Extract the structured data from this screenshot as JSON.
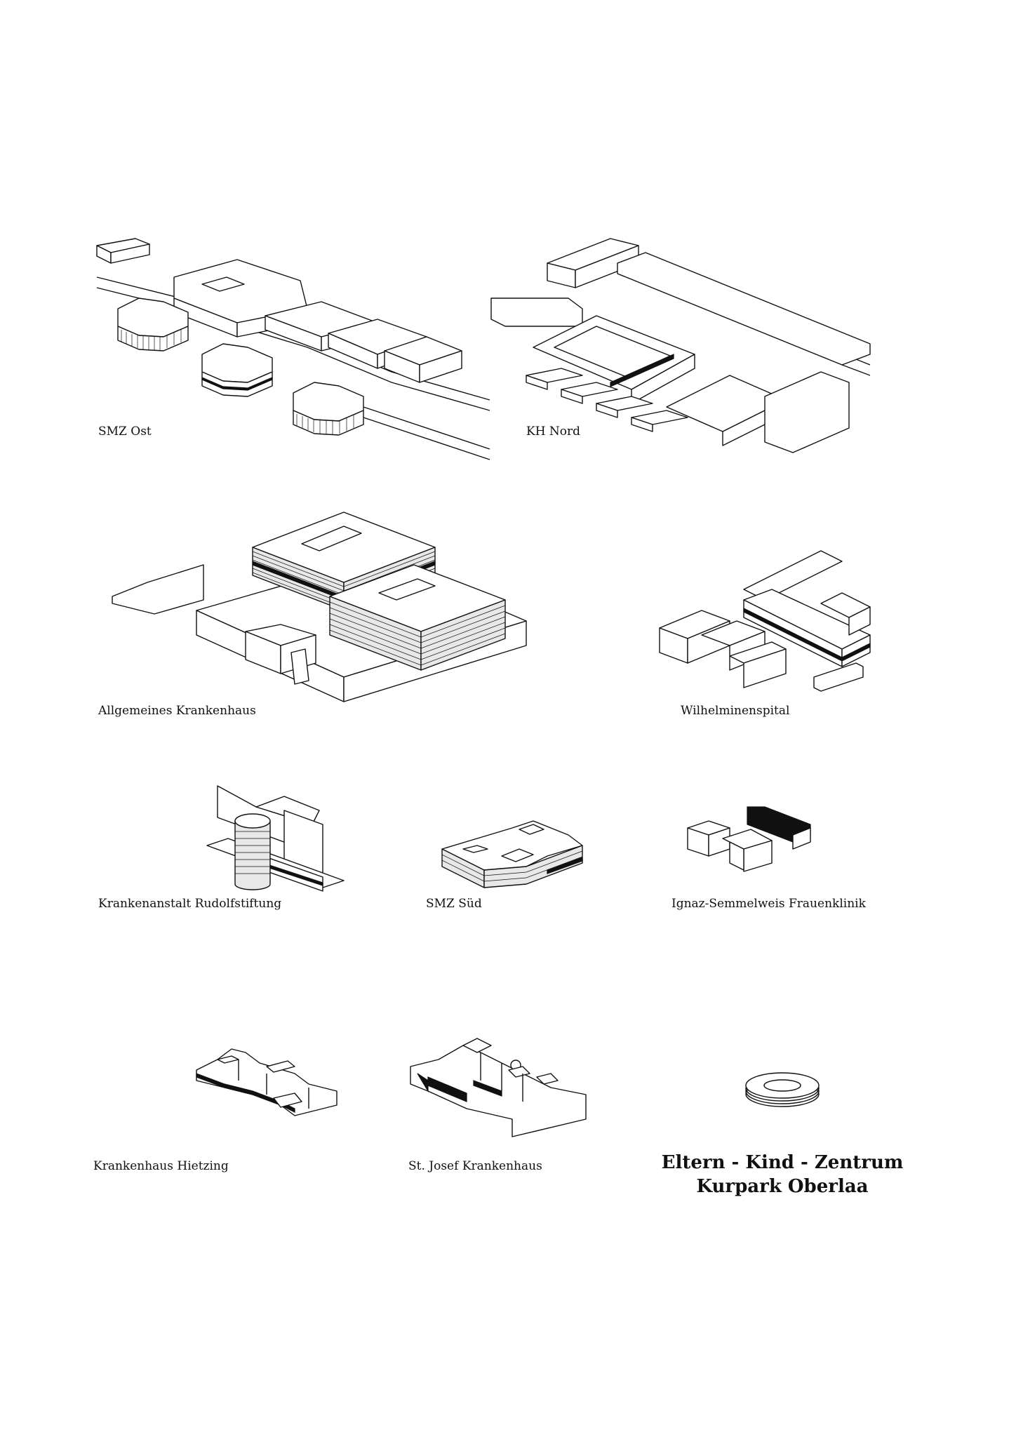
{
  "labels": {
    "smz_ost": "SMZ Ost",
    "kh_nord": "KH Nord",
    "akh": "Allgemeines Krankenhaus",
    "wilhelminenspital": "Wilhelminenspital",
    "rudolfstiftung": "Krankenanstalt Rudolfstiftung",
    "smz_sued": "SMZ Süd",
    "semmelweis": "Ignaz-Semmelweis Frauenklinik",
    "hietzing": "Krankenhaus Hietzing",
    "st_josef": "St. Josef Krankenhaus"
  },
  "title": {
    "line1": "Eltern - Kind - Zentrum",
    "line2": "Kurpark Oberlaa"
  }
}
